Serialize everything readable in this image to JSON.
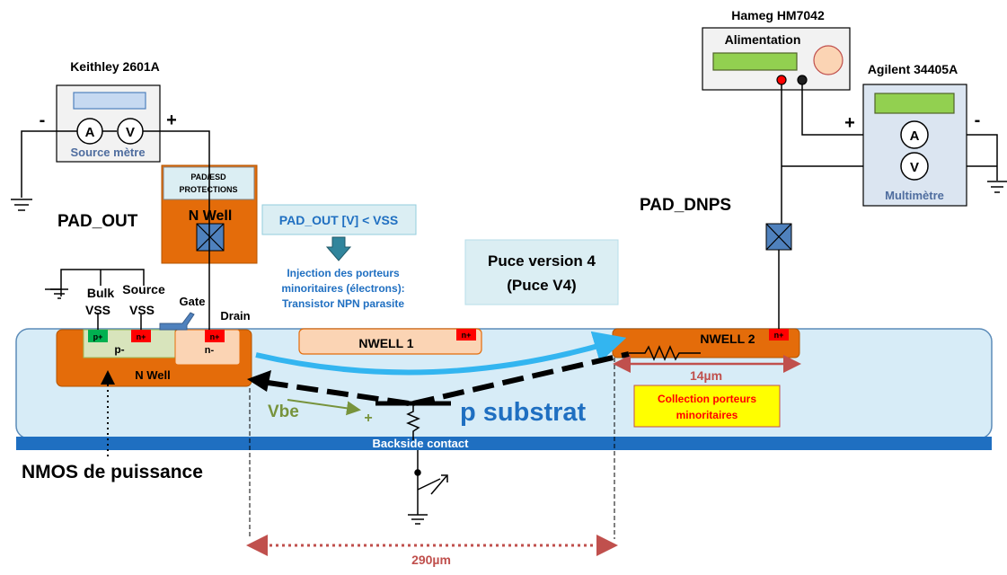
{
  "instruments": {
    "keithley": {
      "name": "Keithley 2601A",
      "caption": "Source mètre",
      "meter_a": "A",
      "meter_v": "V",
      "minus": "-",
      "plus": "+"
    },
    "hameg": {
      "name": "Hameg HM7042",
      "caption": "Alimentation"
    },
    "agilent": {
      "name": "Agilent 34405A",
      "caption": "Multimètre",
      "meter_a": "A",
      "meter_v": "V",
      "plus": "+",
      "minus": "-"
    }
  },
  "pads": {
    "pad_out": "PAD_OUT",
    "pad_dnps": "PAD_DNPS",
    "esd_line1": "PAD/ESD",
    "esd_line2": "PROTECTIONS",
    "nwell_pad": "N Well"
  },
  "annotations": {
    "condition": "PAD_OUT [V] < VSS",
    "injection_line1": "Injection des porteurs",
    "injection_line2": "minoritaires (électrons):",
    "injection_line3": "Transistor NPN parasite",
    "chip_line1": "Puce version 4",
    "chip_line2": "(Puce V4)",
    "collection_line1": "Collection porteurs",
    "collection_line2": "minoritaires"
  },
  "nmos": {
    "bulk": "Bulk",
    "bulk_vss": "VSS",
    "source": "Source",
    "source_vss": "VSS",
    "gate": "Gate",
    "drain": "Drain",
    "p_plus": "p+",
    "n_plus": "n+",
    "p_minus": "p-",
    "n_minus": "n-",
    "nwell": "N Well",
    "title": "NMOS de puissance"
  },
  "substrate": {
    "nwell1": "NWELL 1",
    "nwell2": "NWELL 2",
    "n_plus": "n+",
    "p_substrat": "p substrat",
    "backside": "Backside contact",
    "vbe": "Vbe",
    "vbe_plus": "+"
  },
  "dimensions": {
    "d14": "14µm",
    "d290": "290µm"
  },
  "colors": {
    "orange": "#e46c0a",
    "substrate": "#d7ecf7",
    "backside": "#1f6fc1",
    "arrow_blue": "#33b5f0",
    "dim_red": "#c0504d",
    "vbe_green": "#77933c",
    "title_blue": "#1f6fc1"
  }
}
